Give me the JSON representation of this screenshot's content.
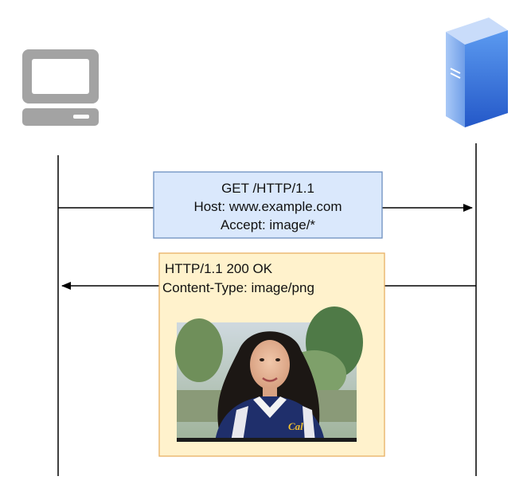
{
  "request": {
    "lines": [
      "GET /HTTP/1.1",
      "Host: www.example.com",
      "Accept: image/*"
    ]
  },
  "response": {
    "lines": [
      "HTTP/1.1 200 OK",
      "Content-Type: image/png"
    ]
  },
  "colors": {
    "request_fill": "#dae8fc",
    "request_stroke": "#6c8ebf",
    "response_fill": "#fff2cc",
    "response_stroke": "#e8b063",
    "line": "#000000",
    "computer": "#a0a0a0",
    "server_front": "#2d6fd8",
    "server_side": "#8fb8f5"
  },
  "icons": {
    "client": "computer-icon",
    "server": "server-icon",
    "photo": "photo-image"
  }
}
